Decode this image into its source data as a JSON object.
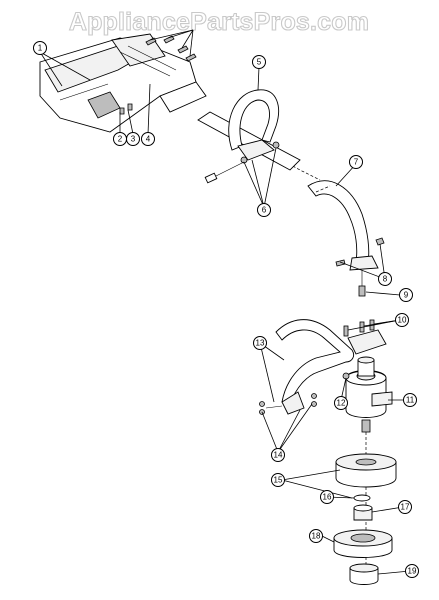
{
  "watermark": "AppliancePartsPros.com",
  "callouts": [
    {
      "label": "1"
    },
    {
      "label": "2"
    },
    {
      "label": "3"
    },
    {
      "label": "4"
    },
    {
      "label": "5"
    },
    {
      "label": "6"
    },
    {
      "label": "7"
    },
    {
      "label": "8"
    },
    {
      "label": "9"
    },
    {
      "label": "10"
    },
    {
      "label": "11"
    },
    {
      "label": "12"
    },
    {
      "label": "13"
    },
    {
      "label": "14"
    },
    {
      "label": "15"
    },
    {
      "label": "16"
    },
    {
      "label": "17"
    },
    {
      "label": "18"
    },
    {
      "label": "19"
    }
  ]
}
